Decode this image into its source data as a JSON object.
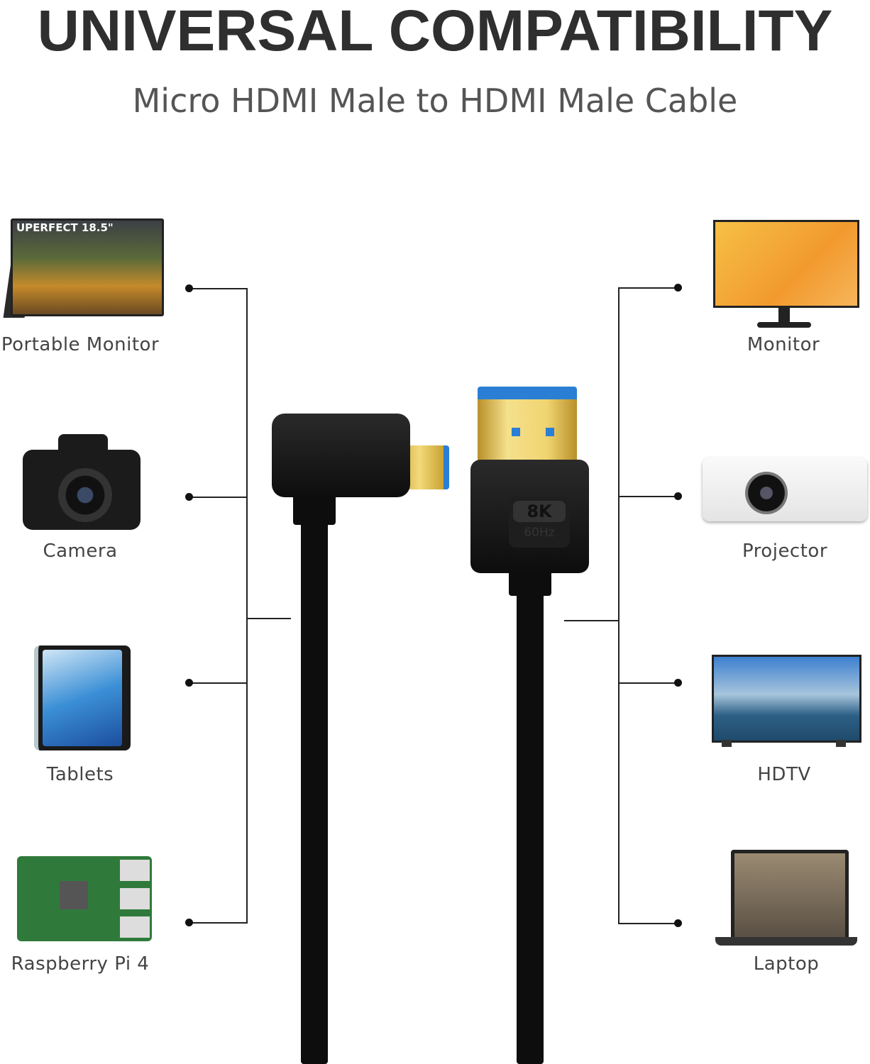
{
  "header": {
    "title": "UNIVERSAL COMPATIBILITY",
    "subtitle": "Micro HDMI Male to HDMI Male Cable"
  },
  "left_devices": [
    {
      "label": "Portable Monitor",
      "icon": "portable-monitor",
      "screen_text": "UPERFECT 18.5\""
    },
    {
      "label": "Camera",
      "icon": "camera"
    },
    {
      "label": "Tablets",
      "icon": "tablet"
    },
    {
      "label": "Raspberry Pi 4",
      "icon": "raspberry-pi"
    }
  ],
  "right_devices": [
    {
      "label": "Monitor",
      "icon": "monitor"
    },
    {
      "label": "Projector",
      "icon": "projector"
    },
    {
      "label": "HDTV",
      "icon": "tv"
    },
    {
      "label": "Laptop",
      "icon": "laptop"
    }
  ],
  "cable": {
    "badge_main": "8K",
    "badge_sub": "60Hz"
  },
  "colors": {
    "text": "#2f2f2f",
    "gold": "#e3c04a",
    "blue": "#2a7fd4",
    "cable": "#0d0d0d"
  }
}
